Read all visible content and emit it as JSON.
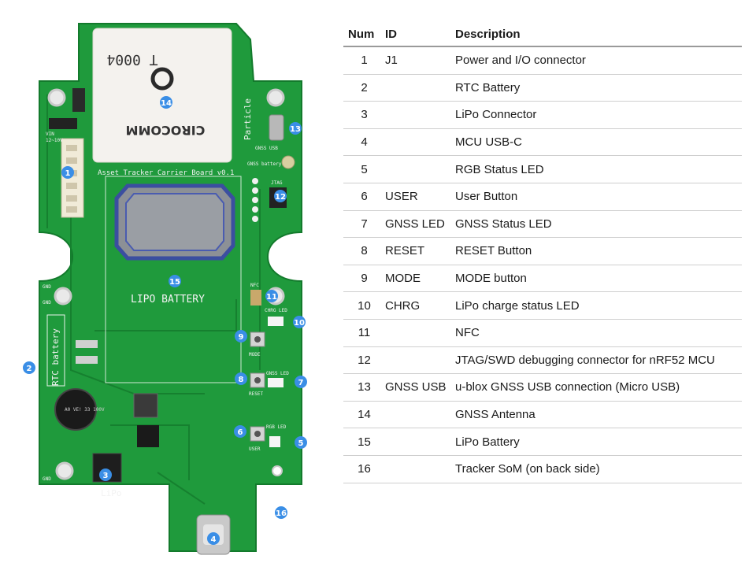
{
  "figure": {
    "board_silkscreen": {
      "title": "Asset Tracker Carrier Board v0.1",
      "lipo_battery": "LIPO BATTERY",
      "rtc_battery": "RTC battery",
      "lipo": "LiPo",
      "vin": "VIN",
      "vin_range": "12~10V",
      "gnss_usb": "GNSS USB",
      "gnss_battery": "GNSS battery",
      "jtag": "JTAG",
      "nfc": "NFC",
      "chrg_led": "CHRG LED",
      "mode": "MODE",
      "gnss_led": "GNSS LED",
      "reset": "RESET",
      "rgb_led": "RGB LED",
      "user": "USER",
      "gnd_a": "GND",
      "gnd_b": "GND",
      "gnd_c": "GND",
      "particle": "Particle",
      "capacitor": "A0 VE! 33 100V"
    },
    "antenna_label": {
      "brand": "CIROCOMM",
      "model": "T 0004"
    },
    "callouts": [
      "1",
      "2",
      "3",
      "4",
      "5",
      "6",
      "7",
      "8",
      "9",
      "10",
      "11",
      "12",
      "13",
      "14",
      "15",
      "16"
    ]
  },
  "table": {
    "headers": {
      "num": "Num",
      "id": "ID",
      "description": "Description"
    },
    "rows": [
      {
        "num": "1",
        "id": "J1",
        "description": "Power and I/O connector"
      },
      {
        "num": "2",
        "id": "",
        "description": "RTC Battery"
      },
      {
        "num": "3",
        "id": "",
        "description": "LiPo Connector"
      },
      {
        "num": "4",
        "id": "",
        "description": "MCU USB-C"
      },
      {
        "num": "5",
        "id": "",
        "description": "RGB Status LED"
      },
      {
        "num": "6",
        "id": "USER",
        "description": "User Button"
      },
      {
        "num": "7",
        "id": "GNSS LED",
        "description": "GNSS Status LED"
      },
      {
        "num": "8",
        "id": "RESET",
        "description": "RESET Button"
      },
      {
        "num": "9",
        "id": "MODE",
        "description": "MODE button"
      },
      {
        "num": "10",
        "id": "CHRG",
        "description": "LiPo charge status LED"
      },
      {
        "num": "11",
        "id": "",
        "description": "NFC"
      },
      {
        "num": "12",
        "id": "",
        "description": "JTAG/SWD debugging connector for nRF52 MCU"
      },
      {
        "num": "13",
        "id": "GNSS USB",
        "description": "u-blox GNSS USB connection (Micro USB)"
      },
      {
        "num": "14",
        "id": "",
        "description": "GNSS Antenna"
      },
      {
        "num": "15",
        "id": "",
        "description": "LiPo Battery"
      },
      {
        "num": "16",
        "id": "",
        "description": "Tracker SoM (on back side)"
      }
    ]
  },
  "colors": {
    "pcb": "#1f9a3c",
    "pcb_dark": "#137a2c",
    "callout": "#3a8ee6",
    "antenna": "#f4f2ee",
    "table_rule": "#cfcfcf"
  }
}
